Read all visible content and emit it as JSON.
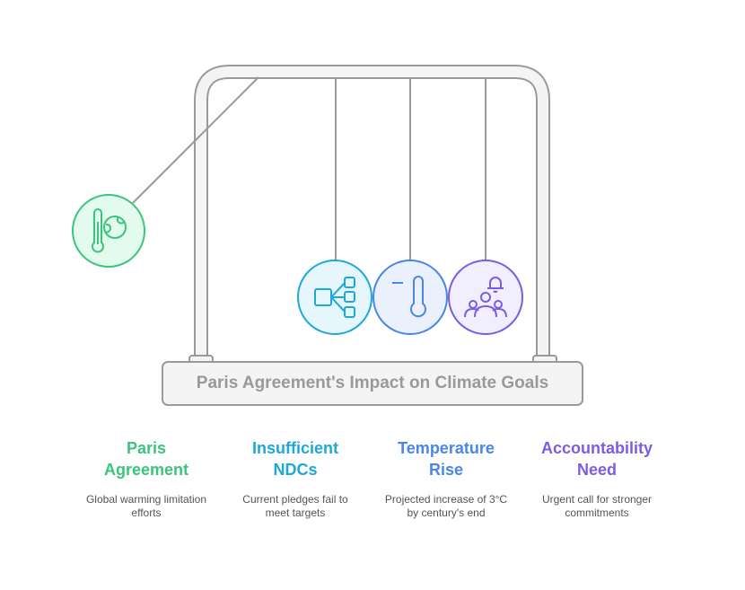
{
  "title": "Paris Agreement's Impact on Climate Goals",
  "items": [
    {
      "title_line1": "Paris",
      "title_line2": "Agreement",
      "desc_line1": "Global warming limitation",
      "desc_line2": "efforts",
      "color": "#3cc47c",
      "fill": "#e3fbee",
      "icon": "thermometer-globe-icon"
    },
    {
      "title_line1": "Insufficient",
      "title_line2": "NDCs",
      "desc_line1": "Current pledges fail to",
      "desc_line2": "meet targets",
      "color": "#1da8d8",
      "fill": "#e5f6fd",
      "icon": "hierarchy-icon"
    },
    {
      "title_line1": "Temperature",
      "title_line2": "Rise",
      "desc_line1": "Projected increase of 3°C",
      "desc_line2": "by century's end",
      "color": "#4a86e8",
      "fill": "#eaf1fd",
      "icon": "thermometer-icon"
    },
    {
      "title_line1": "Accountability",
      "title_line2": "Need",
      "desc_line1": "Urgent call for stronger",
      "desc_line2": "commitments",
      "color": "#7b5ce6",
      "fill": "#f1eefd",
      "icon": "people-bell-icon"
    }
  ]
}
